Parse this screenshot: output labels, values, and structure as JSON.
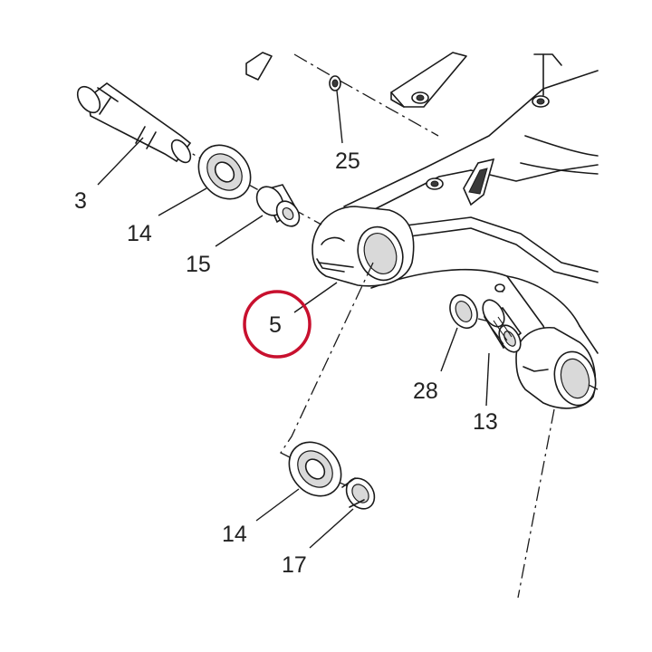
{
  "callouts": {
    "p3": "3",
    "p14_top": "14",
    "p15": "15",
    "p25": "25",
    "p5": "5",
    "p28": "28",
    "p13": "13",
    "p14_bottom": "14",
    "p17": "17"
  },
  "highlight": {
    "target": "5",
    "color": "#c8102e"
  }
}
